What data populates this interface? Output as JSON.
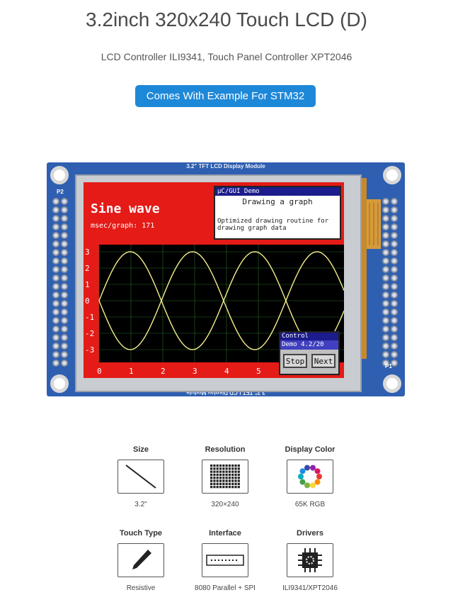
{
  "header": {
    "title": "3.2inch 320x240 Touch LCD (D)",
    "subtitle": "LCD Controller ILI9341, Touch Panel Controller XPT2046",
    "cta_label": "Comes With Example For STM32"
  },
  "module": {
    "label_top": "3.2\" TFT LCD Display Module",
    "label_bottom": "3.2\" TFT LCD Display Module",
    "connector_left": "P2",
    "connector_right": "P1",
    "screen": {
      "title": "Sine wave",
      "subtitle": "msec/graph: 171",
      "demo_header": "µC/GUI Demo",
      "demo_title": "Drawing a graph",
      "demo_desc": "Optimized drawing routine for drawing graph data",
      "control_header": "Control",
      "control_sub": "Demo 4.2/20",
      "stop_label": "Stop",
      "next_label": "Next",
      "y_ticks": [
        "3",
        "2",
        "1",
        "0",
        "-1",
        "-2",
        "-3"
      ],
      "x_ticks": [
        "0",
        "1",
        "2",
        "3",
        "4",
        "5"
      ]
    }
  },
  "specs": [
    {
      "label": "Size",
      "value": "3.2\"",
      "icon": "diagonal-line-icon"
    },
    {
      "label": "Resolution",
      "value": "320×240",
      "icon": "pixel-grid-icon"
    },
    {
      "label": "Display Color",
      "value": "65K RGB",
      "icon": "color-wheel-icon"
    },
    {
      "label": "Touch Type",
      "value": "Resistive",
      "icon": "pen-icon"
    },
    {
      "label": "Interface",
      "value": "8080 Parallel + SPI",
      "icon": "connector-icon"
    },
    {
      "label": "Drivers",
      "value": "ILI9341/XPT2046",
      "icon": "chip-icon"
    }
  ],
  "colors": {
    "accent": "#1e88d8",
    "pcb": "#2f5fb0",
    "screen_red": "#e41b17",
    "sine_yellow": "#f2f08a"
  }
}
